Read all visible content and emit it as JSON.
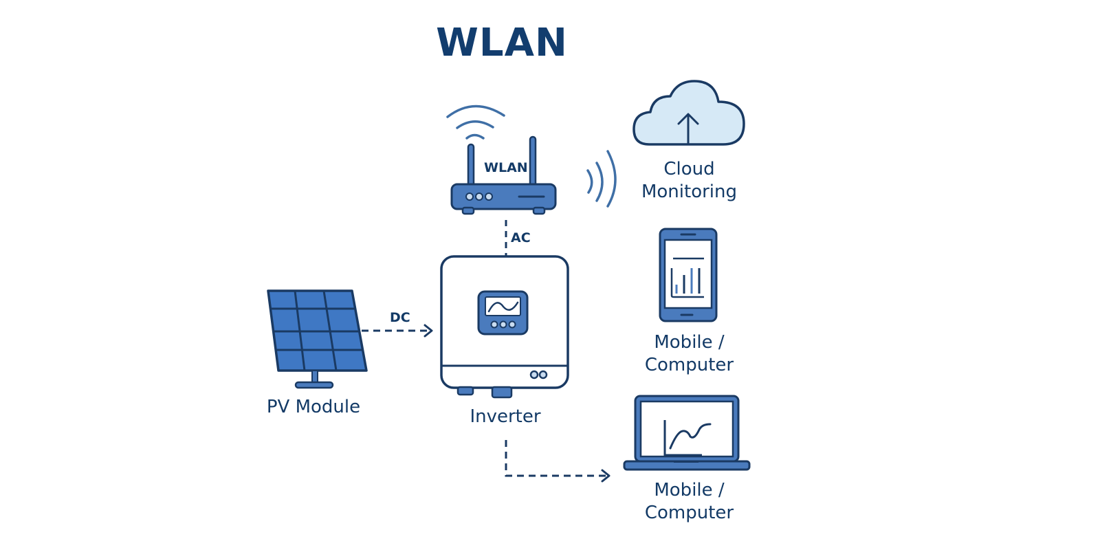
{
  "title": "WLAN",
  "colors": {
    "navy": "#1a3a63",
    "blue": "#4a7bbd",
    "panel_blue": "#3f78c4",
    "mid_blue": "#5585c0",
    "light_blue": "#d6e9f6",
    "white": "#ffffff"
  },
  "nodes": {
    "router": {
      "icon": "wifi-router-icon",
      "label": "WLAN"
    },
    "cloud": {
      "icon": "cloud-upload-icon",
      "label_line1": "Cloud",
      "label_line2": "Monitoring"
    },
    "phone": {
      "icon": "smartphone-chart-icon",
      "label_line1": "Mobile /",
      "label_line2": "Computer"
    },
    "inverter": {
      "icon": "inverter-icon",
      "label": "Inverter"
    },
    "pv": {
      "icon": "solar-panel-icon",
      "label": "PV Module"
    },
    "laptop": {
      "icon": "laptop-chart-icon",
      "label_line1": "Mobile /",
      "label_line2": "Computer"
    }
  },
  "connections": [
    {
      "from": "pv",
      "to": "inverter",
      "label": "DC",
      "style": "dashed-arrow"
    },
    {
      "from": "inverter",
      "to": "router",
      "label": "AC",
      "style": "dashed"
    },
    {
      "from": "inverter",
      "to": "laptop",
      "label": "",
      "style": "dashed-arrow"
    }
  ]
}
